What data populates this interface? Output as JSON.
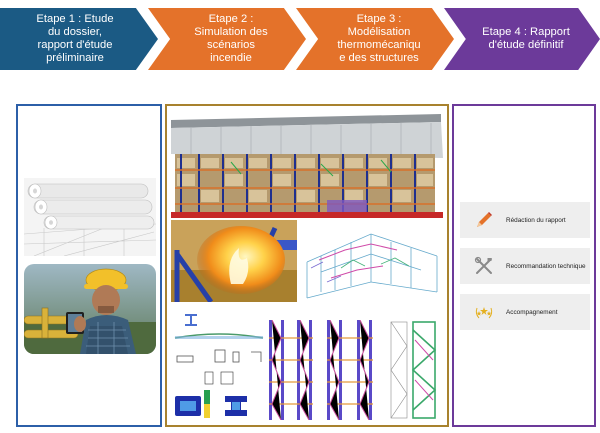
{
  "steps": [
    {
      "id": "step-1",
      "label": "Etape 1 : Etude\ndu dossier,\nrapport d'étude\npréliminaire",
      "color": "#1b5a84"
    },
    {
      "id": "step-2",
      "label": "Etape 2 :\nSimulation des\nscénarios\nincendie",
      "color": "#e4722a"
    },
    {
      "id": "step-3",
      "label": "Etape 3 :\nModélisation\nthermomécaniqu\ne des structures",
      "color": "#e4722a"
    },
    {
      "id": "step-4",
      "label": "Etape 4 : Rapport\nd'étude définitif",
      "color": "#6c3a9a"
    }
  ],
  "panels": {
    "analysis_border": "#2c5fa8",
    "simulation_border": "#a8822e",
    "report_border": "#6c3a9a"
  },
  "deliverables": [
    {
      "label": "Rédaction du rapport",
      "icon": "pencil-icon"
    },
    {
      "label": "Recommandation technique",
      "icon": "tools-icon"
    },
    {
      "label": "Accompagnement",
      "icon": "laurel-stars-icon"
    }
  ]
}
